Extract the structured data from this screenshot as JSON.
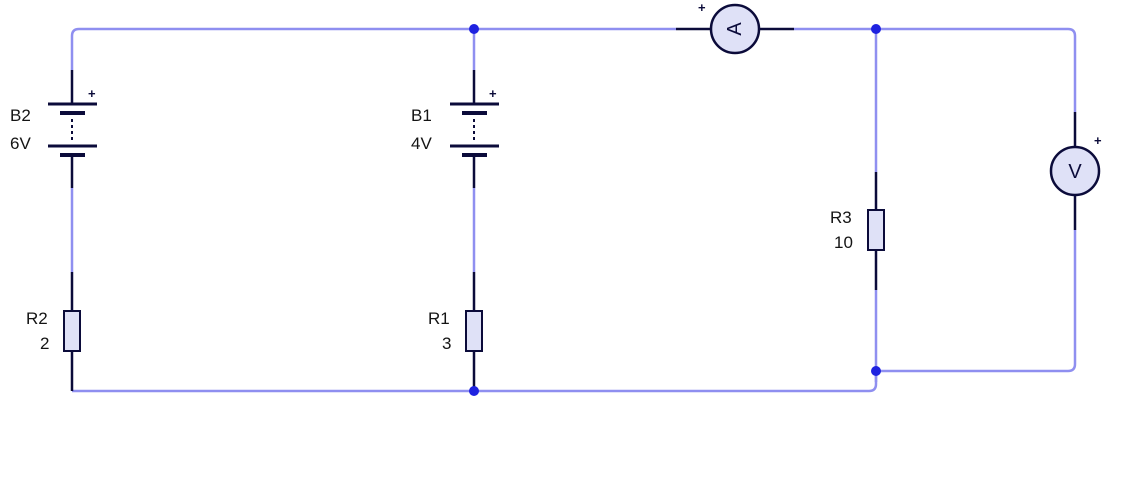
{
  "components": {
    "b2": {
      "name": "B2",
      "value": "6V",
      "polarity": "+"
    },
    "b1": {
      "name": "B1",
      "value": "4V",
      "polarity": "+"
    },
    "r2": {
      "name": "R2",
      "value": "2"
    },
    "r1": {
      "name": "R1",
      "value": "3"
    },
    "r3": {
      "name": "R3",
      "value": "10"
    },
    "ammeter": {
      "symbol": "A",
      "polarity": "+"
    },
    "voltmeter": {
      "symbol": "V",
      "polarity": "+"
    }
  },
  "colors": {
    "wire": "#8f8ff0",
    "component_body": "#dfe1f7",
    "node": "#1e22e0",
    "lead": "#0b0b3a"
  }
}
